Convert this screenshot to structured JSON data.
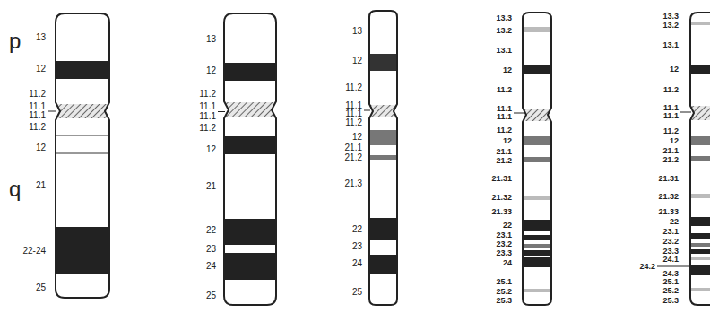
{
  "diagram": {
    "labels": [
      "p",
      "q",
      "13",
      "12",
      "11.2",
      "11.1",
      "11.1",
      "11.2",
      "12",
      "21",
      "22-24",
      "25",
      "13",
      "12",
      "11.2",
      "11.1",
      "11.1",
      "11.2",
      "12",
      "21",
      "22",
      "23",
      "24",
      "25",
      "13",
      "12",
      "11.2",
      "11.1",
      "11.1",
      "11.2",
      "12",
      "21.1",
      "21.2",
      "21.3",
      "22",
      "23",
      "24",
      "25",
      "13.3",
      "13.2",
      "13.1",
      "12",
      "11.2",
      "11.1",
      "11.1",
      "11.2",
      "12",
      "21.1",
      "21.2",
      "21.31",
      "21.32",
      "21.33",
      "22",
      "23.1",
      "23.2",
      "23.3",
      "24",
      "25.1",
      "25.2",
      "25.3",
      "13.3",
      "13.2",
      "13.1",
      "12",
      "11.2",
      "11.1",
      "11.1",
      "11.2",
      "12",
      "21.1",
      "21.2",
      "21.31",
      "21.32",
      "21.33",
      "22",
      "23.1",
      "23.2",
      "23.3",
      "24.1",
      "24.2",
      "24.3",
      "25.1",
      "25.2",
      "25.3"
    ]
  }
}
